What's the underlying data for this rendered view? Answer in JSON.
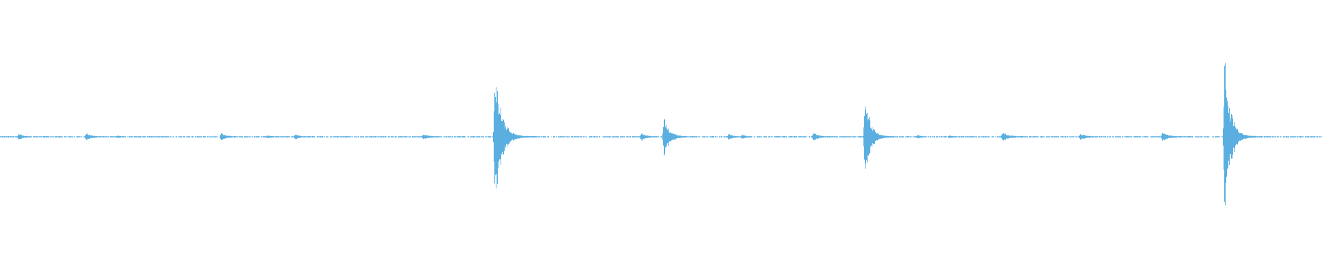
{
  "colors": {
    "background": "#ffffff",
    "waveform": "#5aafe0"
  },
  "waveform": {
    "peaks": [
      {
        "t": 0.014,
        "amp": 0.04,
        "decay": 0.009
      },
      {
        "t": 0.065,
        "amp": 0.045,
        "decay": 0.012
      },
      {
        "t": 0.089,
        "amp": 0.012,
        "decay": 0.006
      },
      {
        "t": 0.167,
        "amp": 0.045,
        "decay": 0.012
      },
      {
        "t": 0.202,
        "amp": 0.012,
        "decay": 0.01
      },
      {
        "t": 0.223,
        "amp": 0.03,
        "decay": 0.009
      },
      {
        "t": 0.32,
        "amp": 0.035,
        "decay": 0.012
      },
      {
        "t": 0.374,
        "amp": 0.95,
        "decay": 0.018
      },
      {
        "t": 0.485,
        "amp": 0.05,
        "decay": 0.01
      },
      {
        "t": 0.502,
        "amp": 0.28,
        "decay": 0.014
      },
      {
        "t": 0.551,
        "amp": 0.04,
        "decay": 0.009
      },
      {
        "t": 0.561,
        "amp": 0.025,
        "decay": 0.009
      },
      {
        "t": 0.615,
        "amp": 0.05,
        "decay": 0.012
      },
      {
        "t": 0.654,
        "amp": 0.62,
        "decay": 0.014
      },
      {
        "t": 0.694,
        "amp": 0.02,
        "decay": 0.006
      },
      {
        "t": 0.718,
        "amp": 0.012,
        "decay": 0.008
      },
      {
        "t": 0.758,
        "amp": 0.05,
        "decay": 0.016
      },
      {
        "t": 0.817,
        "amp": 0.035,
        "decay": 0.013
      },
      {
        "t": 0.879,
        "amp": 0.06,
        "decay": 0.014
      },
      {
        "t": 0.926,
        "amp": 1.0,
        "decay": 0.016
      }
    ]
  }
}
